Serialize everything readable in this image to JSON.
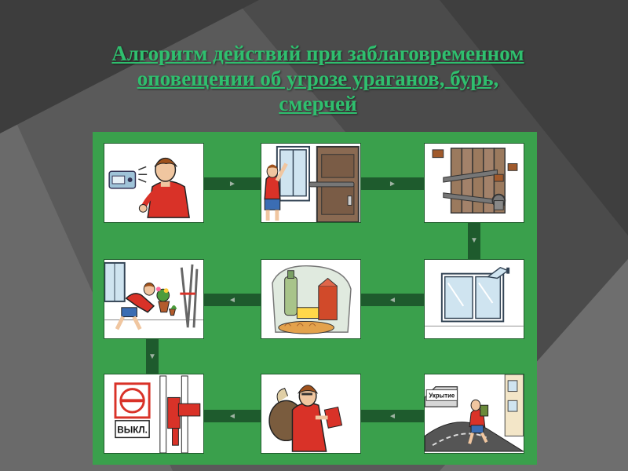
{
  "slide": {
    "title_lines": [
      "Алгоритм действий при заблаговременном",
      "оповещении об угрозе ураганов, бурь,",
      "смерчей"
    ]
  },
  "steps": [
    {
      "id": 1,
      "icon": "radio-listen-icon"
    },
    {
      "id": 2,
      "icon": "close-window-door-icon"
    },
    {
      "id": 3,
      "icon": "board-up-icon"
    },
    {
      "id": 4,
      "icon": "secure-window-icon"
    },
    {
      "id": 5,
      "icon": "food-water-supplies-icon"
    },
    {
      "id": 6,
      "icon": "bring-items-inside-icon"
    },
    {
      "id": 7,
      "icon": "power-switch-off-icon"
    },
    {
      "id": 8,
      "icon": "take-documents-icon"
    },
    {
      "id": 9,
      "icon": "go-to-shelter-icon"
    }
  ],
  "labels": {
    "switch_label": "ВЫКЛ.",
    "shelter_label": "Укрытие"
  },
  "connectors": {
    "right_arrow": "►",
    "left_arrow": "◄",
    "down_arrow": "▼"
  },
  "colors": {
    "background": "#4a4a4a",
    "title": "#2fbf6e",
    "board": "#3aa04c",
    "connector": "#1e5b2d"
  }
}
